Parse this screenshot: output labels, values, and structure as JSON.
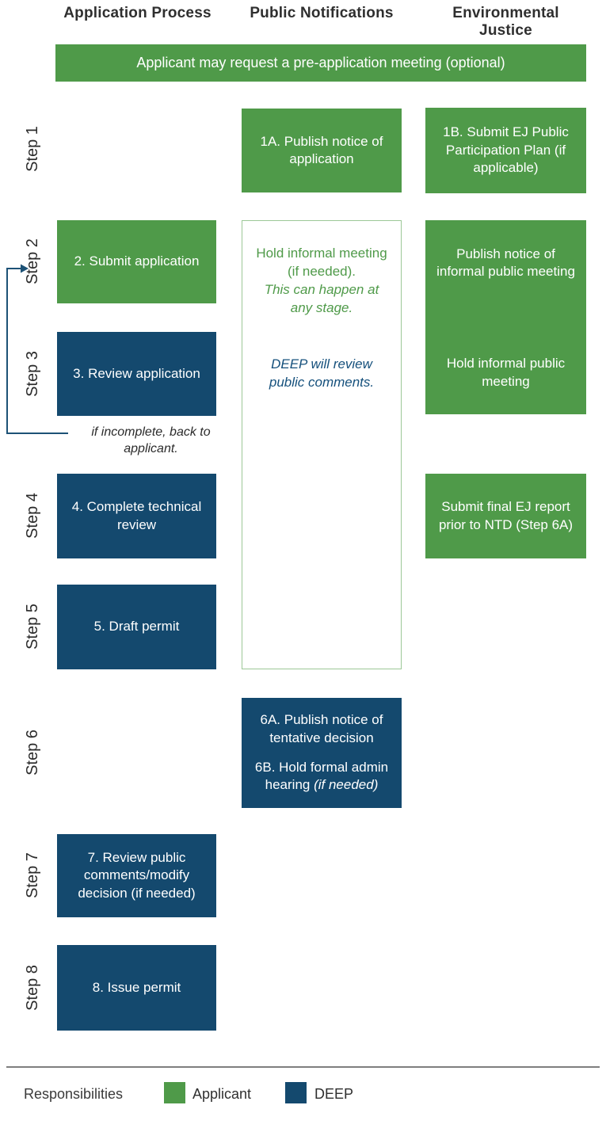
{
  "palette": {
    "applicant_green": "#4f9a49",
    "deep_blue": "#14496e",
    "outline_green_border": "#9cc897",
    "note_text_blue": "#15507c",
    "arrow_blue": "#1d5276",
    "divider_gray": "#7f7f7f",
    "header_text": "#2f2f2f"
  },
  "columns": [
    {
      "label": "Application Process"
    },
    {
      "label": "Public Notifications"
    },
    {
      "label": "Environmental Justice"
    }
  ],
  "banner": {
    "text": "Applicant may request a pre-application meeting (optional)"
  },
  "step_labels": [
    {
      "label": "Step 1"
    },
    {
      "label": "Step 2"
    },
    {
      "label": "Step 3"
    },
    {
      "label": "Step 4"
    },
    {
      "label": "Step 5"
    },
    {
      "label": "Step 6"
    },
    {
      "label": "Step 7"
    },
    {
      "label": "Step 8"
    }
  ],
  "boxes": {
    "b1a": {
      "text": "1A. Publish notice of application",
      "owner": "Applicant"
    },
    "b1b": {
      "text": "1B. Submit EJ Public Participation Plan (if applicable)",
      "owner": "Applicant"
    },
    "b2": {
      "text": "2. Submit application",
      "owner": "Applicant"
    },
    "b3": {
      "text": "3. Review application",
      "owner": "DEEP"
    },
    "b4": {
      "text": "4. Complete technical review",
      "owner": "DEEP"
    },
    "b5": {
      "text": "5. Draft permit",
      "owner": "DEEP"
    },
    "b6": {
      "line1": "6A. Publish notice of tentative decision",
      "line2_normal": "6B. Hold formal admin hearing ",
      "line2_italic": "(if needed)",
      "owner": "DEEP"
    },
    "b7": {
      "text": "7. Review public comments/modify decision (if needed)",
      "owner": "DEEP"
    },
    "b8": {
      "text": "8. Issue permit",
      "owner": "DEEP"
    },
    "ej_tall": {
      "text_top": "Publish notice of informal public meeting",
      "text_bottom": "Hold informal public meeting",
      "owner": "Applicant"
    },
    "ej_final": {
      "text": "Submit final EJ report prior to NTD (Step 6A)",
      "owner": "Applicant"
    },
    "informal_meeting": {
      "normal": "Hold informal meeting (if needed).",
      "italic": "This can happen at any stage."
    },
    "deep_review": {
      "italic": "DEEP will review public comments."
    }
  },
  "loopback_note": "if incomplete, back to applicant.",
  "legend": {
    "title": "Responsibilities",
    "items": [
      {
        "label": "Applicant",
        "color": "#4f9a49"
      },
      {
        "label": "DEEP",
        "color": "#14496e"
      }
    ]
  }
}
